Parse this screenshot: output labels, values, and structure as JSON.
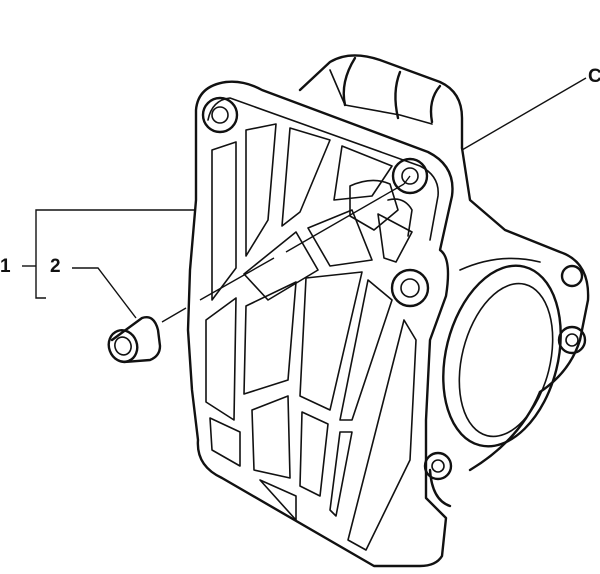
{
  "diagram": {
    "callouts": [
      {
        "id": "callout-1",
        "label": "1"
      },
      {
        "id": "callout-2",
        "label": "2"
      },
      {
        "id": "callout-3",
        "label": "C"
      }
    ]
  }
}
